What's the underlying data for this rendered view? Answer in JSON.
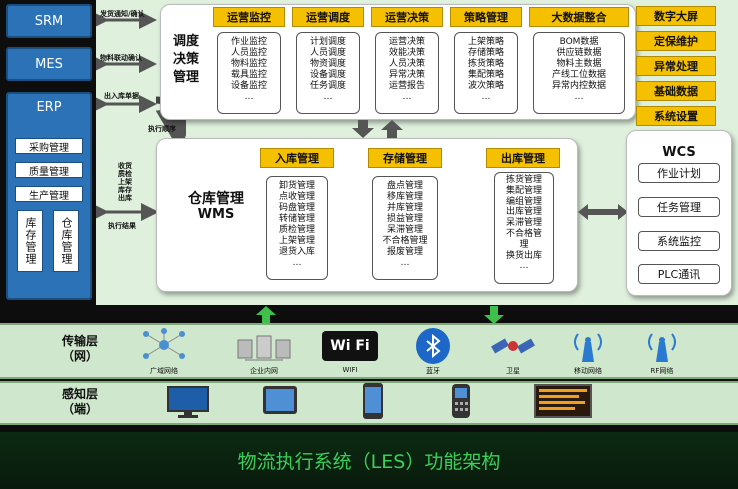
{
  "left": {
    "srm": "SRM",
    "mes": "MES"
  },
  "erp": {
    "title": "ERP",
    "items": [
      "采购管理",
      "质量管理",
      "生产管理"
    ],
    "vertical": [
      "库存管理",
      "仓库管理"
    ]
  },
  "arrows": {
    "srm_label": "发货通知/确认",
    "mes_label": "物料联动确认",
    "erp_label": "出入库单据",
    "exec_order": "执行顺序",
    "wms_in_label": "收货\n质检\n上架\n库存\n出库",
    "exec_result": "执行结果"
  },
  "dispatch": {
    "label": "调度\n决策\n管理",
    "columns": [
      {
        "header": "运营监控",
        "items": [
          "作业监控",
          "人员监控",
          "物料监控",
          "载具监控",
          "设备监控",
          "…"
        ]
      },
      {
        "header": "运营调度",
        "items": [
          "计划调度",
          "人员调度",
          "物资调度",
          "设备调度",
          "任务调度",
          "…"
        ]
      },
      {
        "header": "运营决策",
        "items": [
          "运营决策",
          "效能决策",
          "人员决策",
          "异常决策",
          "运营报告",
          "…"
        ]
      },
      {
        "header": "策略管理",
        "items": [
          "上架策略",
          "存储策略",
          "拣货策略",
          "集配策略",
          "波次策略",
          "…"
        ]
      },
      {
        "header": "大数据整合",
        "items": [
          "BOM数据",
          "供应链数据",
          "物料主数据",
          "产线工位数据",
          "异常内控数据",
          "…"
        ]
      }
    ],
    "side_buttons": [
      "数字大屏",
      "定保维护",
      "异常处理",
      "基础数据",
      "系统设置"
    ]
  },
  "wms": {
    "label_cn": "仓库管理",
    "label_en": "WMS",
    "columns": [
      {
        "header": "入库管理",
        "items": [
          "卸货管理",
          "点收管理",
          "码盘管理",
          "转储管理",
          "质检管理",
          "上架管理",
          "退货入库",
          "…"
        ]
      },
      {
        "header": "存储管理",
        "items": [
          "盘点管理",
          "移库管理",
          "并库管理",
          "损益管理",
          "呆滞管理",
          "不合格管理",
          "报废管理",
          "…"
        ]
      },
      {
        "header": "出库管理",
        "items": [
          "拣货管理",
          "集配管理",
          "编组管理",
          "出库管理",
          "呆滞管理",
          "不合格管",
          "理",
          "换货出库",
          "…"
        ]
      }
    ]
  },
  "wcs": {
    "title": "WCS",
    "items": [
      "作业计划",
      "任务管理",
      "系统监控",
      "PLC通讯"
    ]
  },
  "transport": {
    "label": "传输层\n（网）",
    "icons": [
      {
        "icon": "network-icon",
        "caption": "广域网络"
      },
      {
        "icon": "lan-icon",
        "caption": "企业内网"
      },
      {
        "icon": "wifi-icon",
        "caption": "WIFI"
      },
      {
        "icon": "bluetooth-icon",
        "caption": "蓝牙"
      },
      {
        "icon": "satellite-icon",
        "caption": "卫星"
      },
      {
        "icon": "cell-tower-icon",
        "caption": "移动网络"
      },
      {
        "icon": "rf-tower-icon",
        "caption": "RF网络"
      }
    ],
    "wifi_text": "Wi Fi"
  },
  "perception": {
    "label": "感知层\n（端）",
    "icons": [
      "monitor-icon",
      "tablet-icon",
      "phone-icon",
      "handheld-scanner-icon",
      "led-board-icon"
    ]
  },
  "footer": {
    "title": "物流执行系统（LES）功能架构"
  },
  "colors": {
    "accent_orange": "#f5c000",
    "blue": "#2b73b6",
    "green_text": "#39d05a",
    "panel_bg": "#dff0dd"
  }
}
